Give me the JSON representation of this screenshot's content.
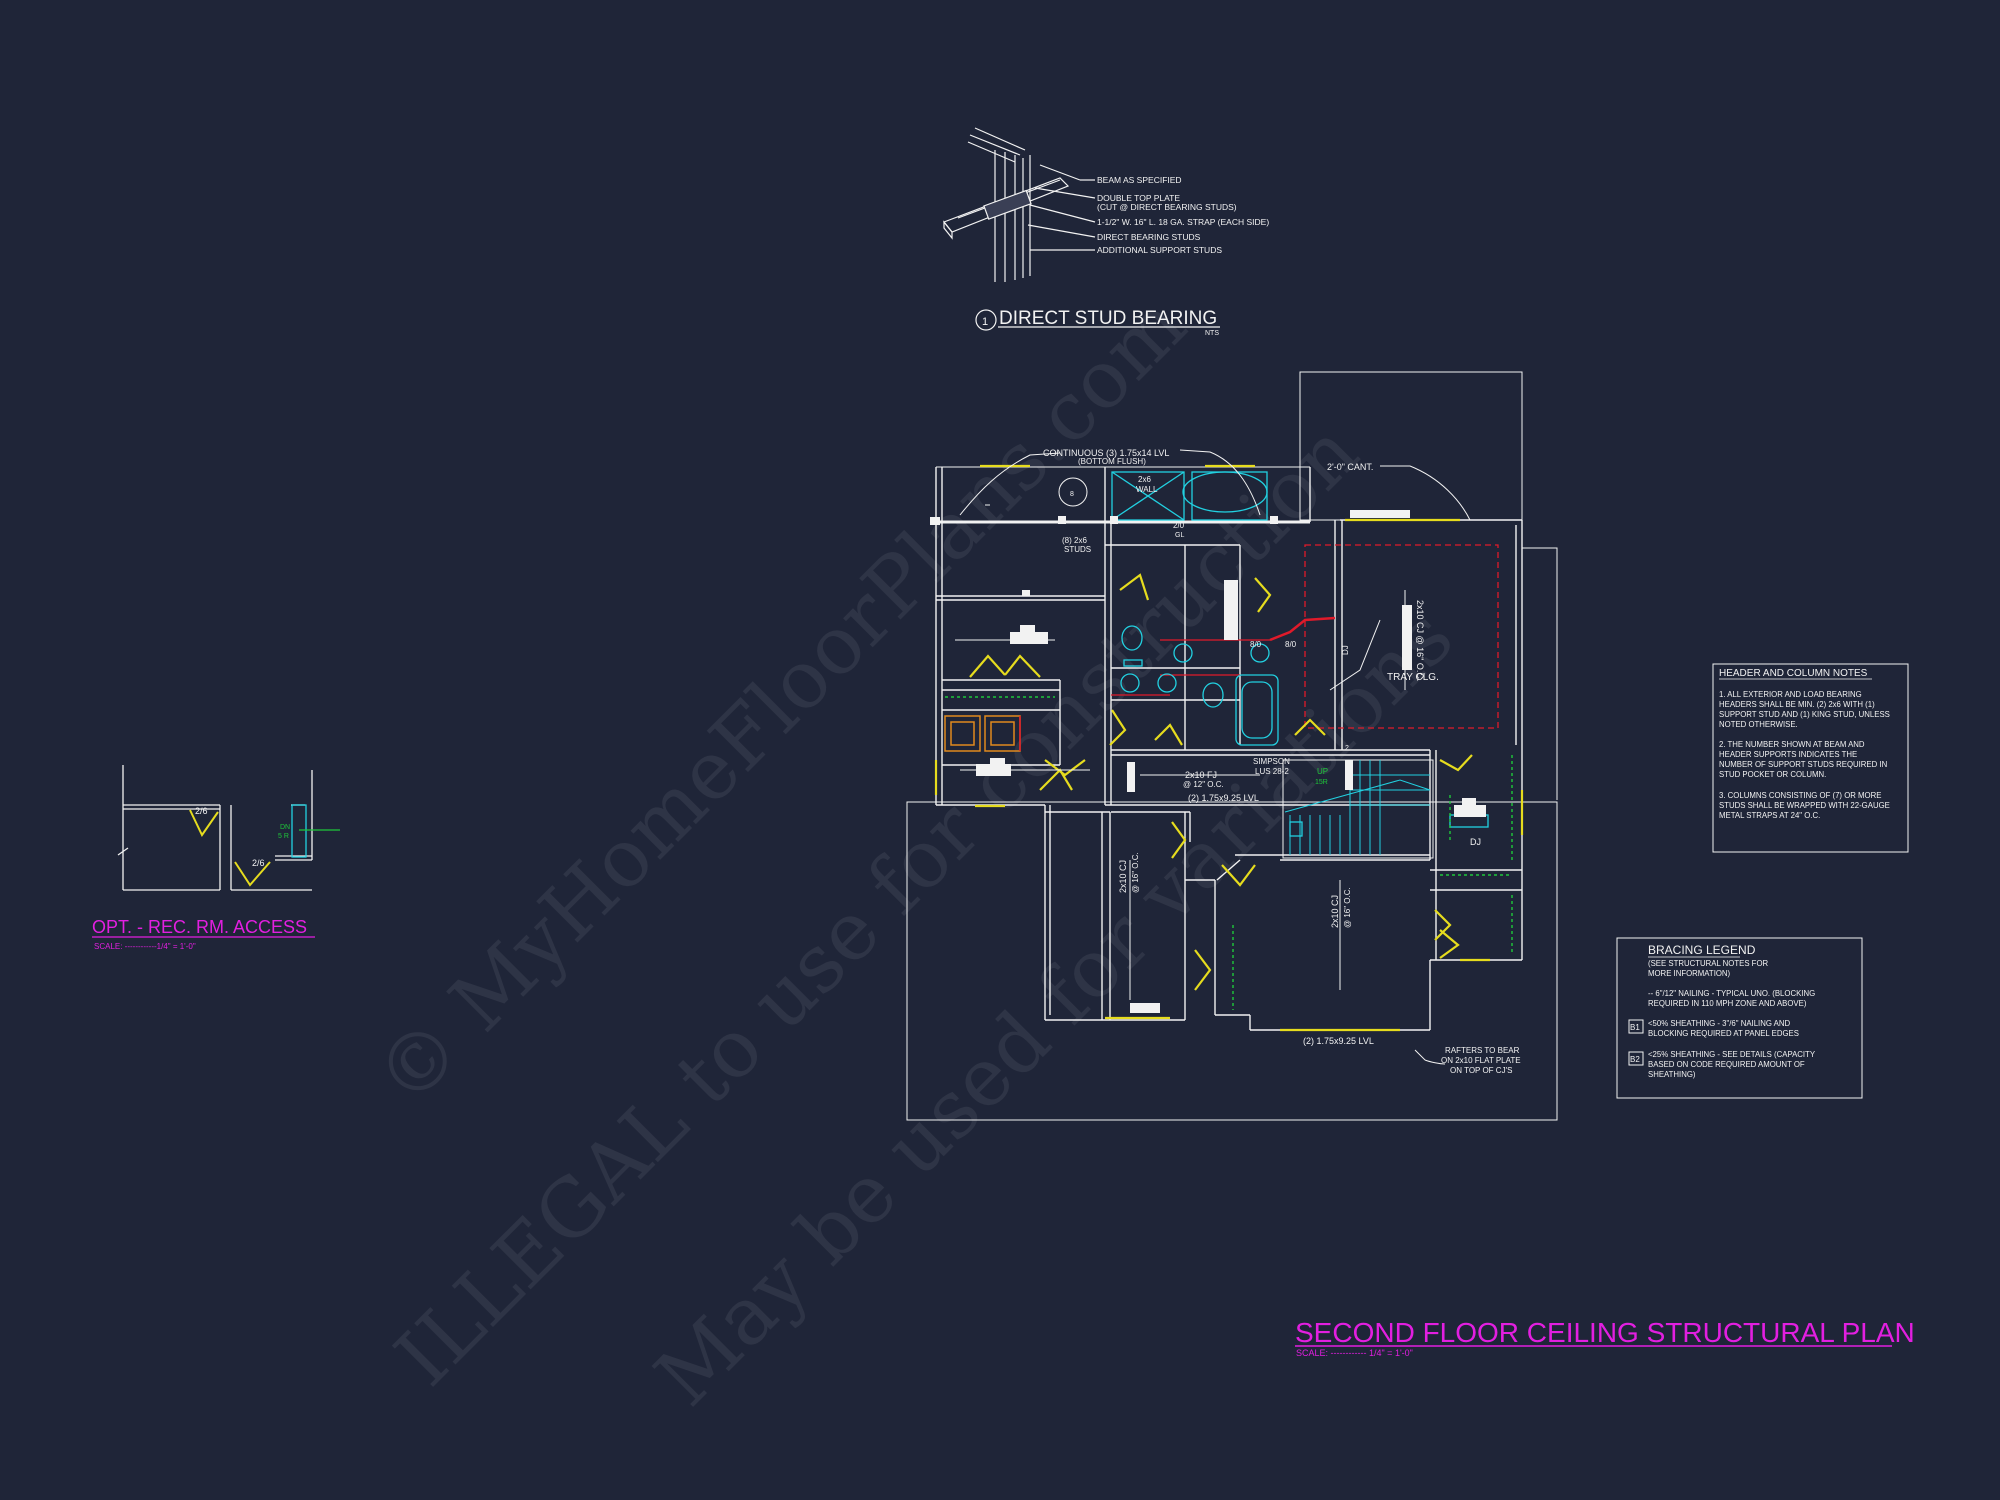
{
  "colors": {
    "background": "#1f2538",
    "linework": "#f2f2f2",
    "doors": "#e6dc1e",
    "fixtures": "#22d0e0",
    "ridge": "#e01a2a",
    "titles": "#e21fe0",
    "green": "#1ec83a"
  },
  "detail": {
    "number": "1",
    "title": "DIRECT STUD BEARING",
    "scale": "NTS",
    "callouts": [
      "BEAM AS SPECIFIED",
      "DOUBLE TOP PLATE",
      "(CUT @ DIRECT BEARING STUDS)",
      "1-1/2\" W. 16\" L. 18 GA. STRAP (EACH SIDE)",
      "DIRECT BEARING STUDS",
      "ADDITIONAL SUPPORT STUDS"
    ]
  },
  "access": {
    "title": "OPT. - REC. RM. ACCESS",
    "scale": "SCALE: ------------1/4\" = 1'-0\"",
    "door1": "2/6",
    "door2": "2/6",
    "dn": "DN",
    "dn2": "5 R"
  },
  "plan": {
    "title": "SECOND FLOOR CEILING STRUCTURAL PLAN",
    "scale": "SCALE: ------------ 1/4\" = 1'-0\"",
    "labels": {
      "lvl_top": "CONTINUOUS (3) 1.75x14 LVL",
      "lvl_top2": "(BOTTOM FLUSH)",
      "cant": "2'-0\" CANT.",
      "wall": "2x6",
      "wall2": "WALL",
      "studs": "(8) 2x6",
      "studs2": "STUDS",
      "gl": "2/0",
      "gl2": "GL",
      "eight": "8",
      "b10_1": "8/0",
      "b10_2": "8/0",
      "dj_r": "DJ",
      "tray": "TRAY CLG.",
      "cj_r": "2x10 CJ @ 16\" O.C.",
      "simpson": "SIMPSON",
      "lus": "LUS 28-2",
      "fj": "2x10 FJ",
      "fj2": "@ 12\" O.C.",
      "lvl_mid": "(2) 1.75x9.25 LVL",
      "up": "UP",
      "up2": "15R",
      "dj_b": "DJ",
      "cj1": "2x10 CJ",
      "cj1b": "@ 16\" O.C.",
      "cj2": "2x10 CJ",
      "cj2b": "@ 16\" O.C.",
      "lvl_bot": "(2) 1.75x9.25 LVL",
      "rafters1": "RAFTERS TO BEAR",
      "rafters2": "ON 2x10 FLAT PLATE",
      "rafters3": "ON TOP OF CJ'S",
      "two": "2"
    }
  },
  "header_notes": {
    "title": "HEADER AND COLUMN NOTES",
    "lines": [
      "1. ALL EXTERIOR AND LOAD BEARING",
      "HEADERS SHALL BE MIN. (2) 2x6 WITH (1)",
      "SUPPORT STUD AND (1) KING STUD, UNLESS",
      "NOTED OTHERWISE.",
      "2. THE NUMBER SHOWN AT BEAM AND",
      "HEADER SUPPORTS INDICATES THE",
      "NUMBER OF SUPPORT STUDS REQUIRED IN",
      "STUD POCKET OR COLUMN.",
      "3. COLUMNS CONSISTING OF (7) OR MORE",
      "STUDS SHALL BE WRAPPED WITH 22-GAUGE",
      "METAL STRAPS AT 24\" O.C."
    ]
  },
  "bracing": {
    "title": "BRACING LEGEND",
    "sub1": "(SEE STRUCTURAL NOTES FOR",
    "sub2": "MORE INFORMATION)",
    "item1a": "-- 6\"/12\" NAILING - TYPICAL UNO. (BLOCKING",
    "item1b": "REQUIRED IN 110 MPH ZONE AND ABOVE)",
    "item2_tag": "B1",
    "item2a": "<50% SHEATHING - 3\"/6\" NAILING AND",
    "item2b": "BLOCKING REQUIRED AT PANEL EDGES",
    "item3_tag": "B2",
    "item3a": "<25% SHEATHING - SEE DETAILS (CAPACITY",
    "item3b": "BASED ON CODE REQUIRED AMOUNT OF",
    "item3c": "SHEATHING)"
  },
  "watermark": {
    "line1": "© MyHomeFloorPlans.com",
    "line2": "ILLEGAL to use for construction",
    "line3": "May be used for variations"
  }
}
